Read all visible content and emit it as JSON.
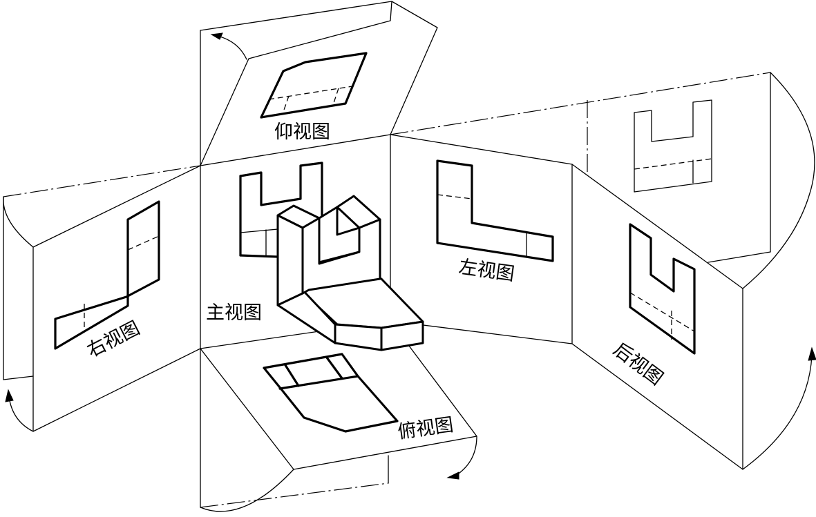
{
  "labels": {
    "bottom_up": "仰视图",
    "front": "主视图",
    "left": "左视图",
    "right": "右视图",
    "top": "俯视图",
    "rear": "后视图"
  }
}
